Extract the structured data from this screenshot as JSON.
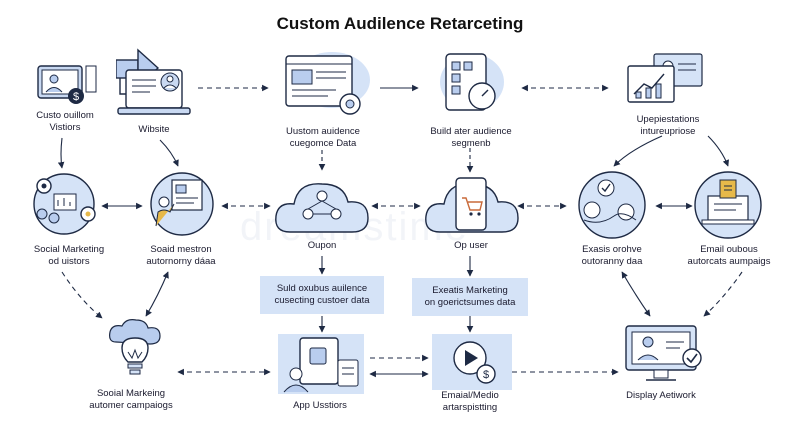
{
  "title": "Custom Audilence Retarceting",
  "accent_color": "#b9cdee",
  "line_color": "#1e2a44",
  "nodes": {
    "custo_visitors": "Custo ouillom\nVistiors",
    "website": "Wibsite",
    "custom_audience_data": "Uustom auidence\ncuegomce Data",
    "build_audience": "Build ater audience\nsegmenb",
    "upepiestations": "Upepiestations\nintureupriose",
    "social_marketing": "Social Marketing\nod uistors",
    "solid_mestron": "Soaid mestron\nautornorny dáaa",
    "oupon": "Oupon",
    "op_user": "Op user",
    "exasis_orohve": "Exasis orohve\noutoranny daa",
    "email_oubous": "Email oubous\nautorcats aumpaigs",
    "social_campaigns": "Sooial Markeing\nautomer campaiogs",
    "app_ustiors": "App Usstiors",
    "email_medio": "Emaial/Medio\nartarspistting",
    "display_aetwork": "Display Aetiwork"
  },
  "boxes": {
    "suld_oxubus": "Suld oxubus auilence\ncusecting custoer data",
    "exeatis_marketing": "Exeatis Marketing\non goerictsumes data"
  },
  "icons": [
    "monitor-user-dollar-icon",
    "website-laptop-icon",
    "browser-window-gear-icon",
    "tablet-gauge-icon",
    "dashboard-chart-icon",
    "social-gears-icon",
    "presenter-board-icon",
    "cloud-network-icon",
    "phone-cart-cloud-icon",
    "analytics-circle-icon",
    "email-laptop-icon",
    "lightbulb-cloud-icon",
    "app-mobile-icon",
    "video-dollar-icon",
    "display-monitor-check-icon"
  ]
}
